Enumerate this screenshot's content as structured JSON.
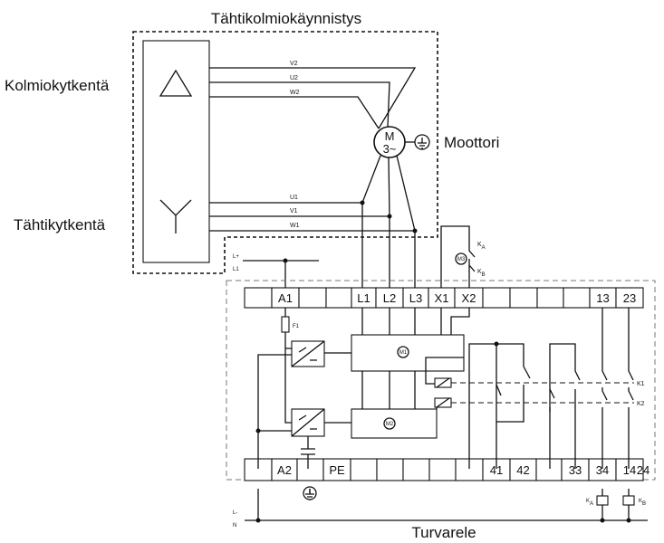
{
  "title": "Tähtikolmiokäynnistys",
  "labels": {
    "delta": "Kolmiokytkentä",
    "star": "Tähtikytkentä",
    "motor": "Moottori",
    "relay": "Turvarele"
  },
  "motor_symbol": {
    "m": "M",
    "phase": "3~"
  },
  "motor_wires": {
    "v2": "V2",
    "u2": "U2",
    "w2": "W2",
    "u1": "U1",
    "v1": "V1",
    "w1": "W1"
  },
  "supply": {
    "lplus": "L+",
    "l1": "L1",
    "lminus": "L-",
    "n": "N"
  },
  "components": {
    "fuse": "F1",
    "m1": "M1",
    "m2": "M2",
    "m3": "M3",
    "k1": "K1",
    "k2": "K2",
    "ka": "K",
    "ka_sub": "A",
    "kb": "K",
    "kb_sub": "B"
  },
  "top_terminals": [
    "",
    "A1",
    "",
    "",
    "L1",
    "L2",
    "L3",
    "X1",
    "X2",
    "",
    "",
    "",
    "",
    "13",
    "23"
  ],
  "bottom_terminals": [
    "",
    "A2",
    "",
    "PE",
    "",
    "",
    "",
    "",
    "",
    "41",
    "42",
    "",
    "33",
    "34",
    "14",
    "24"
  ]
}
